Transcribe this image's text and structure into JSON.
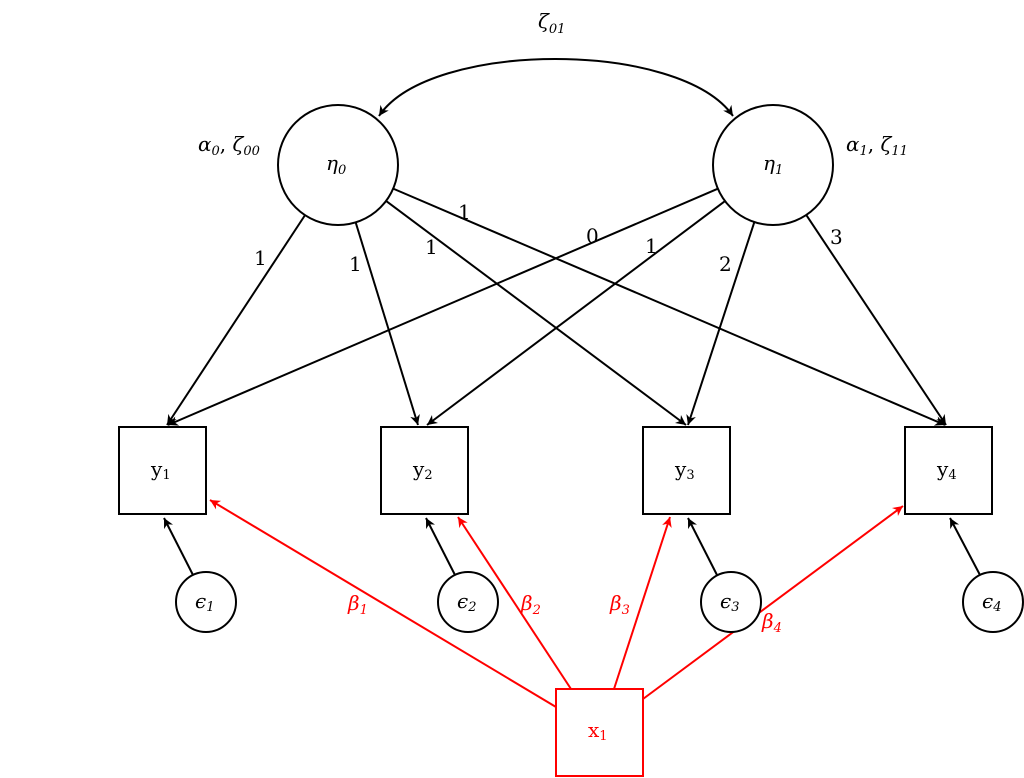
{
  "colors": {
    "default": "#000000",
    "covariate": "#ff0000"
  },
  "covariance": {
    "label": "ζ",
    "sub": "01",
    "from": "eta0",
    "to": "eta1"
  },
  "latent_factors": [
    {
      "id": "eta0",
      "symbol": "η",
      "sub": "0",
      "params": [
        {
          "sym": "α",
          "sub": "0"
        },
        {
          "sym": "ζ",
          "sub": "00"
        }
      ]
    },
    {
      "id": "eta1",
      "symbol": "η",
      "sub": "1",
      "params": [
        {
          "sym": "α",
          "sub": "1"
        },
        {
          "sym": "ζ",
          "sub": "11"
        }
      ]
    }
  ],
  "observed": [
    {
      "id": "y1",
      "symbol": "y",
      "sub": "1"
    },
    {
      "id": "y2",
      "symbol": "y",
      "sub": "2"
    },
    {
      "id": "y3",
      "symbol": "y",
      "sub": "3"
    },
    {
      "id": "y4",
      "symbol": "y",
      "sub": "4"
    }
  ],
  "errors": [
    {
      "id": "e1",
      "symbol": "ϵ",
      "sub": "1",
      "target": "y1"
    },
    {
      "id": "e2",
      "symbol": "ϵ",
      "sub": "2",
      "target": "y2"
    },
    {
      "id": "e3",
      "symbol": "ϵ",
      "sub": "3",
      "target": "y3"
    },
    {
      "id": "e4",
      "symbol": "ϵ",
      "sub": "4",
      "target": "y4"
    }
  ],
  "loadings": [
    {
      "from": "eta0",
      "to": "y1",
      "label": "1"
    },
    {
      "from": "eta0",
      "to": "y2",
      "label": "1"
    },
    {
      "from": "eta0",
      "to": "y3",
      "label": "1"
    },
    {
      "from": "eta0",
      "to": "y4",
      "label": "1"
    },
    {
      "from": "eta1",
      "to": "y1",
      "label": "0"
    },
    {
      "from": "eta1",
      "to": "y2",
      "label": "1"
    },
    {
      "from": "eta1",
      "to": "y3",
      "label": "2"
    },
    {
      "from": "eta1",
      "to": "y4",
      "label": "3"
    }
  ],
  "covariate": {
    "id": "x1",
    "symbol": "x",
    "sub": "1",
    "paths": [
      {
        "to": "y1",
        "label": "β",
        "sub": "1"
      },
      {
        "to": "y2",
        "label": "β",
        "sub": "2"
      },
      {
        "to": "y3",
        "label": "β",
        "sub": "3"
      },
      {
        "to": "y4",
        "label": "β",
        "sub": "4"
      }
    ]
  }
}
